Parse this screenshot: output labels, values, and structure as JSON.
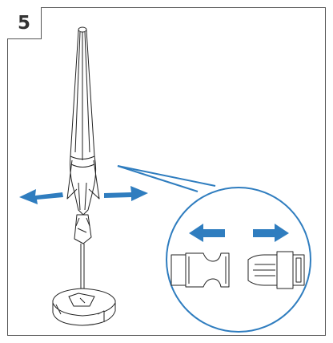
{
  "step": {
    "number": "5"
  },
  "colors": {
    "arrow": "#2f7dbf",
    "callout": "#2f7dbf",
    "line": "#222222",
    "frame": "#555555"
  },
  "icons": [
    "umbrella-illustration",
    "umbrella-base-illustration",
    "arrow-left-icon",
    "arrow-right-icon",
    "buckle-female-illustration",
    "buckle-male-illustration",
    "magnifier-callout"
  ]
}
